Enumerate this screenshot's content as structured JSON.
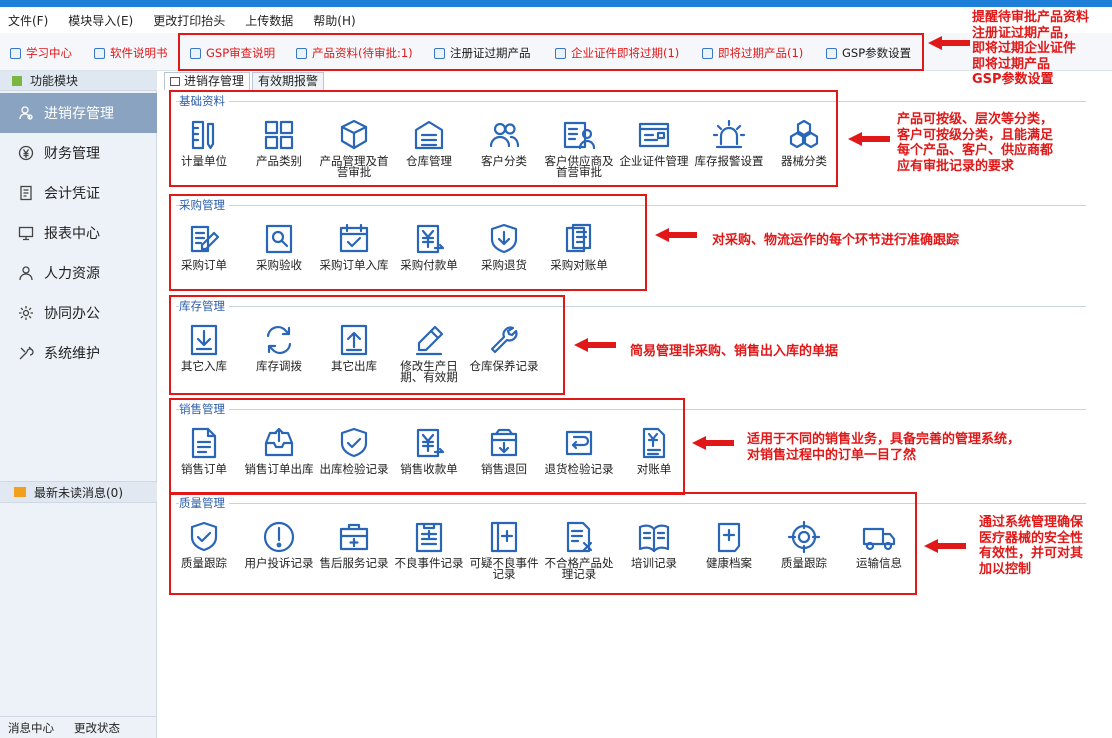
{
  "menu": [
    "文件(F)",
    "模块导入(E)",
    "更改打印抬头",
    "上传数据",
    "帮助(H)"
  ],
  "quick": [
    {
      "label": "学习中心",
      "style": "red"
    },
    {
      "label": "软件说明书",
      "style": "red"
    },
    {
      "label": "GSP审查说明",
      "style": "red"
    },
    {
      "label": "产品资料(待审批:1)",
      "style": "red"
    },
    {
      "label": "注册证过期产品",
      "style": "blue"
    },
    {
      "label": "企业证件即将过期(1)",
      "style": "red"
    },
    {
      "label": "即将过期产品(1)",
      "style": "red"
    },
    {
      "label": "GSP参数设置",
      "style": "blue"
    }
  ],
  "sidebar": {
    "header": "功能模块",
    "items": [
      {
        "label": "进销存管理",
        "icon": "user-search-icon"
      },
      {
        "label": "财务管理",
        "icon": "money-icon"
      },
      {
        "label": "会计凭证",
        "icon": "receipt-icon"
      },
      {
        "label": "报表中心",
        "icon": "monitor-icon"
      },
      {
        "label": "人力资源",
        "icon": "person-icon"
      },
      {
        "label": "协同办公",
        "icon": "gear-icon"
      },
      {
        "label": "系统维护",
        "icon": "tools-icon"
      }
    ],
    "messages": "最新未读消息(0)",
    "footer": [
      "消息中心",
      "更改状态"
    ]
  },
  "tabs": [
    "进销存管理",
    "有效期报警"
  ],
  "groups": [
    {
      "title": "基础资料",
      "tiles": [
        {
          "label": "计量单位",
          "icon": "ruler-icon"
        },
        {
          "label": "产品类别",
          "icon": "grid-icon"
        },
        {
          "label": "产品管理及首营审批",
          "icon": "box-icon"
        },
        {
          "label": "仓库管理",
          "icon": "warehouse-icon"
        },
        {
          "label": "客户分类",
          "icon": "users-icon"
        },
        {
          "label": "客户供应商及首营审批",
          "icon": "contact-card-icon"
        },
        {
          "label": "企业证件管理",
          "icon": "id-card-icon"
        },
        {
          "label": "库存报警设置",
          "icon": "alarm-icon"
        },
        {
          "label": "器械分类",
          "icon": "hexagons-icon"
        }
      ]
    },
    {
      "title": "采购管理",
      "tiles": [
        {
          "label": "采购订单",
          "icon": "edit-doc-icon"
        },
        {
          "label": "采购验收",
          "icon": "inspect-icon"
        },
        {
          "label": "采购订单入库",
          "icon": "calendar-check-icon"
        },
        {
          "label": "采购付款单",
          "icon": "yuan-doc-icon"
        },
        {
          "label": "采购退货",
          "icon": "shield-down-icon"
        },
        {
          "label": "采购对账单",
          "icon": "clipboard-icon"
        }
      ]
    },
    {
      "title": "库存管理",
      "tiles": [
        {
          "label": "其它入库",
          "icon": "download-icon"
        },
        {
          "label": "库存调拨",
          "icon": "swap-icon"
        },
        {
          "label": "其它出库",
          "icon": "upload-icon"
        },
        {
          "label": "修改生产日期、有效期",
          "icon": "pencil-icon"
        },
        {
          "label": "仓库保养记录",
          "icon": "wrench-icon"
        }
      ]
    },
    {
      "title": "销售管理",
      "tiles": [
        {
          "label": "销售订单",
          "icon": "doc-icon"
        },
        {
          "label": "销售订单出库",
          "icon": "tray-out-icon"
        },
        {
          "label": "出库检验记录",
          "icon": "shield-check-icon"
        },
        {
          "label": "销售收款单",
          "icon": "yuan-doc-icon"
        },
        {
          "label": "销售退回",
          "icon": "box-down-icon"
        },
        {
          "label": "退货检验记录",
          "icon": "return-icon"
        },
        {
          "label": "对账单",
          "icon": "yuan-list-icon"
        }
      ]
    },
    {
      "title": "质量管理",
      "tiles": [
        {
          "label": "质量跟踪",
          "icon": "shield-check-icon"
        },
        {
          "label": "用户投诉记录",
          "icon": "exclamation-icon"
        },
        {
          "label": "售后服务记录",
          "icon": "medkit-icon"
        },
        {
          "label": "不良事件记录",
          "icon": "list-plus-icon"
        },
        {
          "label": "可疑不良事件记录",
          "icon": "book-plus-icon"
        },
        {
          "label": "不合格产品处理记录",
          "icon": "doc-x-icon"
        },
        {
          "label": "培训记录",
          "icon": "open-book-icon"
        },
        {
          "label": "健康档案",
          "icon": "health-icon"
        },
        {
          "label": "质量跟踪",
          "icon": "target-icon"
        },
        {
          "label": "运输信息",
          "icon": "truck-icon"
        }
      ]
    }
  ],
  "notes": [
    "提醒待审批产品资料\n注册证过期产品，\n即将过期企业证件\n即将过期产品\nGSP参数设置",
    "产品可按级、层次等分类，\n客户可按级分类，且能满足\n每个产品、客户、供应商都\n应有审批记录的要求",
    "对采购、物流运作的每个环节进行准确跟踪",
    "简易管理非采购、销售出入库的单据",
    "适用于不同的销售业务，具备完善的管理系统，\n对销售过程中的订单一目了然",
    "通过系统管理确保\n医疗器械的安全性\n有效性，并可对其\n加以控制"
  ],
  "colors": {
    "accent": "#2a5caa",
    "annotation": "#e01818",
    "icon": "#2a66b8",
    "active_nav": "#8aa3c1"
  }
}
